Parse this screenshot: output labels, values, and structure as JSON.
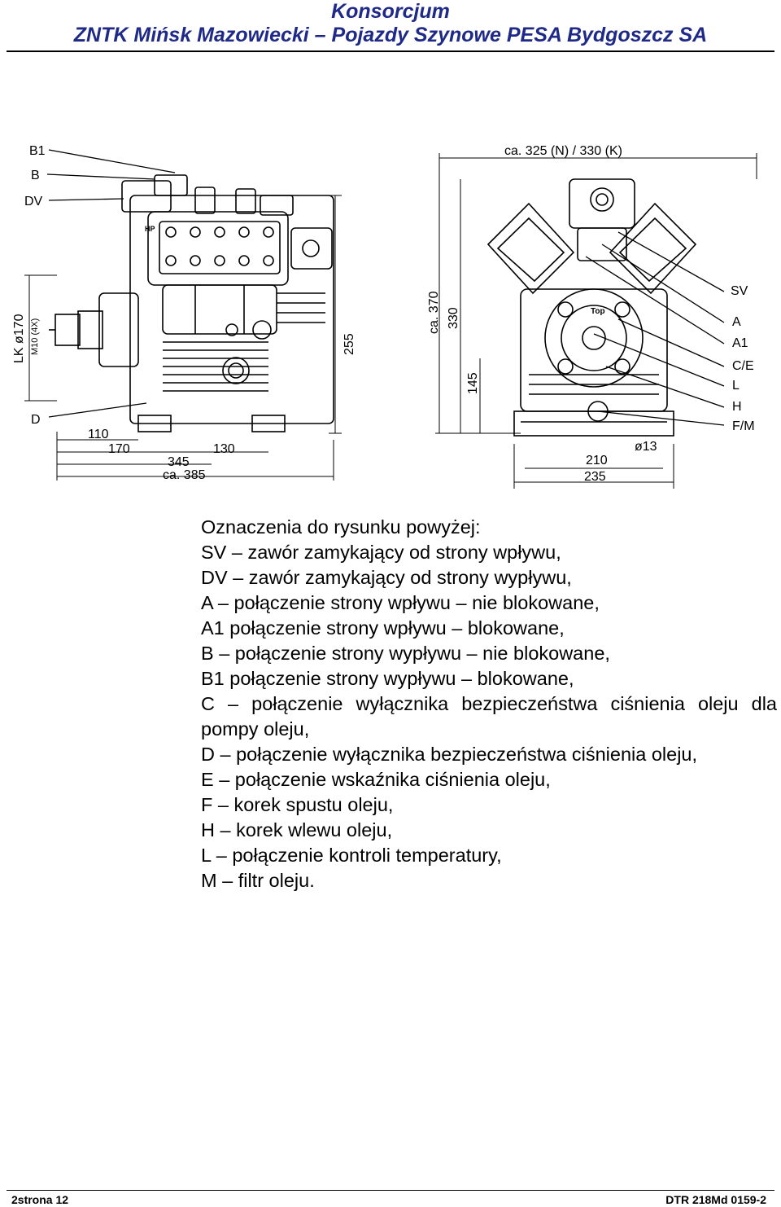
{
  "header": {
    "line1": "Konsorcjum",
    "line2": "ZNTK Mińsk Mazowiecki – Pojazdy Szynowe PESA Bydgoszcz SA"
  },
  "drawing_labels": {
    "left": {
      "b1": "B1",
      "b": "B",
      "dv": "DV",
      "d": "D",
      "hp": "HP",
      "lk": "LK ø170",
      "m10": "M10 (4X)",
      "dim_255": "255",
      "dim_110": "110",
      "dim_170": "170",
      "dim_130": "130",
      "dim_345": "345",
      "dim_385": "ca. 385"
    },
    "right": {
      "width": "ca. 325 (N) / 330 (K)",
      "dim_370": "ca. 370",
      "dim_330": "330",
      "dim_145": "145",
      "top": "Top",
      "sv": "SV",
      "a": "A",
      "a1": "A1",
      "ce": "C/E",
      "l": "L",
      "h": "H",
      "fm": "F/M",
      "d13": "ø13",
      "dim_210": "210",
      "dim_235": "235"
    }
  },
  "legend": {
    "intro": "Oznaczenia do rysunku powyżej:",
    "items": [
      "SV – zawór zamykający od strony wpływu,",
      "DV – zawór zamykający od strony wypływu,",
      "A – połączenie strony wpływu – nie blokowane,",
      "A1 połączenie strony wpływu – blokowane,",
      "B – połączenie strony wypływu – nie blokowane,",
      "B1 połączenie strony wypływu – blokowane,",
      "C – połączenie wyłącznika bezpieczeństwa ciśnienia oleju dla pompy oleju,",
      "D – połączenie wyłącznika bezpieczeństwa ciśnienia oleju,",
      "E – połączenie wskaźnika ciśnienia oleju,",
      "F – korek spustu oleju,",
      "H – korek wlewu oleju,",
      "L – połączenie kontroli temperatury,",
      "M – filtr oleju."
    ]
  },
  "footer": {
    "left": "2strona 12",
    "right": "DTR 218Md 0159-2"
  }
}
